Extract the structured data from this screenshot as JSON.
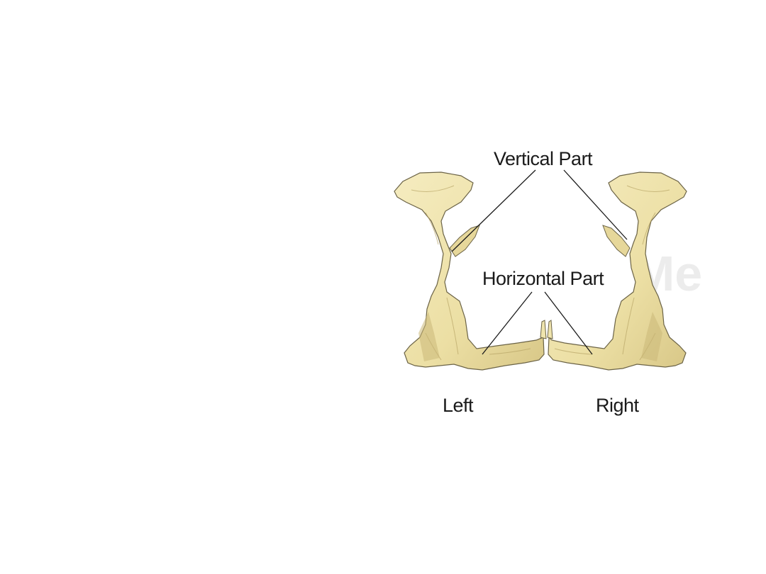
{
  "labels": {
    "vertical_part": "Vertical Part",
    "horizontal_part": "Horizontal Part",
    "left": "Left",
    "right": "Right"
  },
  "watermark": "Me",
  "colors": {
    "bone_fill": "#efe4ad",
    "bone_shadow": "#c9b878",
    "bone_outline": "#6b6346",
    "leader_line": "#1a1a1a",
    "text": "#1a1a1a",
    "watermark": "#ececec",
    "background": "#ffffff"
  }
}
